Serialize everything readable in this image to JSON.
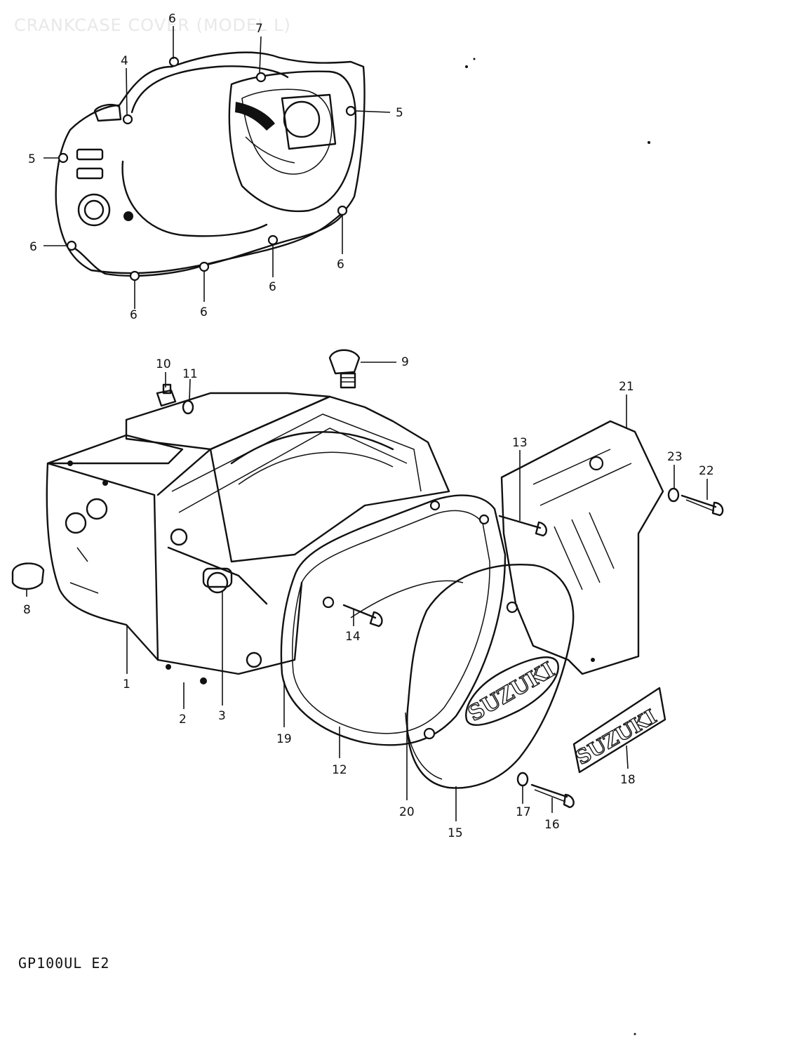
{
  "diagram": {
    "faint_title": "CRANKCASE COVER (MODEL L)",
    "model_code": "GP100UL E2",
    "emblem_text": "SUZUKI",
    "callouts": [
      {
        "id": "c6a",
        "text": "6"
      },
      {
        "id": "c7",
        "text": "7"
      },
      {
        "id": "c4",
        "text": "4"
      },
      {
        "id": "c5a",
        "text": "5"
      },
      {
        "id": "c5b",
        "text": "5"
      },
      {
        "id": "c6b",
        "text": "6"
      },
      {
        "id": "c6c",
        "text": "6"
      },
      {
        "id": "c6d",
        "text": "6"
      },
      {
        "id": "c6e",
        "text": "6"
      },
      {
        "id": "c6f",
        "text": "6"
      },
      {
        "id": "c10",
        "text": "10"
      },
      {
        "id": "c11",
        "text": "11"
      },
      {
        "id": "c9",
        "text": "9"
      },
      {
        "id": "c21",
        "text": "21"
      },
      {
        "id": "c13",
        "text": "13"
      },
      {
        "id": "c23",
        "text": "23"
      },
      {
        "id": "c22",
        "text": "22"
      },
      {
        "id": "c8",
        "text": "8"
      },
      {
        "id": "c1",
        "text": "1"
      },
      {
        "id": "c2",
        "text": "2"
      },
      {
        "id": "c3",
        "text": "3"
      },
      {
        "id": "c14",
        "text": "14"
      },
      {
        "id": "c19",
        "text": "19"
      },
      {
        "id": "c12",
        "text": "12"
      },
      {
        "id": "c20",
        "text": "20"
      },
      {
        "id": "c15",
        "text": "15"
      },
      {
        "id": "c17",
        "text": "17"
      },
      {
        "id": "c16",
        "text": "16"
      },
      {
        "id": "c18",
        "text": "18"
      }
    ]
  }
}
